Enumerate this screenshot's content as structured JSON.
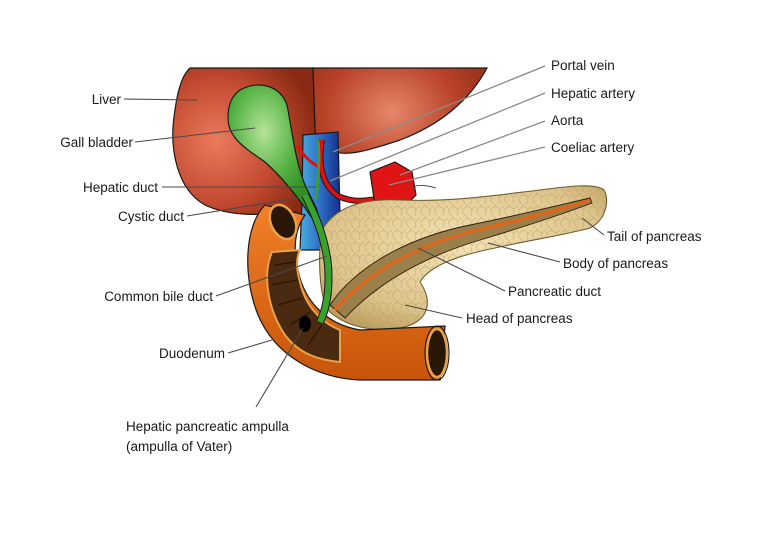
{
  "title": "Pancreas and biliary anatomy",
  "labels": {
    "liver": "Liver",
    "gall_bladder": "Gall bladder",
    "hepatic_duct": "Hepatic duct",
    "cystic_duct": "Cystic duct",
    "common_bile_duct": "Common bile duct",
    "duodenum": "Duodenum",
    "ampulla_line1": "Hepatic pancreatic ampulla",
    "ampulla_line2": "(ampulla of Vater)",
    "portal_vein": "Portal vein",
    "hepatic_artery": "Hepatic artery",
    "aorta": "Aorta",
    "coeliac_artery": "Coeliac artery",
    "tail_of_pancreas": "Tail of pancreas",
    "body_of_pancreas": "Body of pancreas",
    "pancreatic_duct": "Pancreatic duct",
    "head_of_pancreas": "Head of pancreas"
  },
  "colors": {
    "liver": "#a8331e",
    "liver_highlight": "#e8765a",
    "gall_bladder": "#3aa12e",
    "gall_bladder_highlight": "#a8dc8c",
    "portal_vein": "#1b3fa6",
    "portal_vein_light": "#3a9fd8",
    "artery": "#dd1111",
    "pancreas": "#e0c890",
    "pancreas_dark": "#b89a58",
    "pancreatic_duct": "#e0641a",
    "duodenum": "#e0680f",
    "duodenum_inner": "#4a2a10"
  }
}
